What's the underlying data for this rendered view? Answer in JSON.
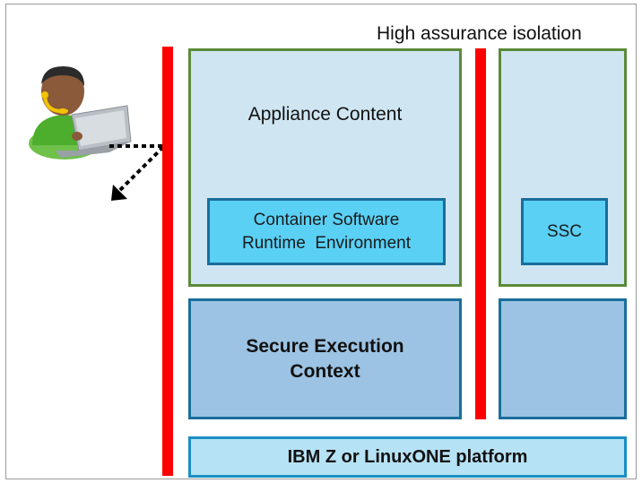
{
  "diagram": {
    "header": "High assurance isolation",
    "appliance_content": "Appliance Content",
    "container_runtime": [
      "Container Software",
      "Runtime  Environment"
    ],
    "ssc": "SSC",
    "secure_execution": [
      "Secure Execution",
      "Context"
    ],
    "platform": "IBM Z or LinuxONE platform"
  },
  "colors": {
    "isolation_bar": "#ff0000",
    "green_border": "#5a8a3a",
    "light_blue": "#cfe6f2",
    "cyan": "#5ad0f5",
    "blue_border": "#1a6e9a",
    "mid_blue": "#9cc3e3",
    "platform_fill": "#b6e2f5"
  },
  "icons": [
    "user-with-laptop-icon",
    "dotted-arrow-icon"
  ]
}
